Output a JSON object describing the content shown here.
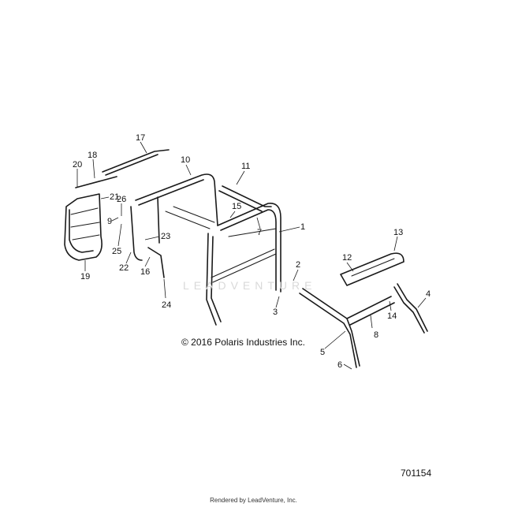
{
  "watermark": "LEADVENTURE",
  "copyright": "© 2016 Polaris Industries Inc.",
  "diagram_id": "701154",
  "credit": "Rendered by LeadVenture, Inc.",
  "callouts": [
    {
      "label": "1"
    },
    {
      "label": "2"
    },
    {
      "label": "3"
    },
    {
      "label": "4"
    },
    {
      "label": "5"
    },
    {
      "label": "6"
    },
    {
      "label": "7"
    },
    {
      "label": "8"
    },
    {
      "label": "9"
    },
    {
      "label": "10"
    },
    {
      "label": "11"
    },
    {
      "label": "12"
    },
    {
      "label": "13"
    },
    {
      "label": "14"
    },
    {
      "label": "15"
    },
    {
      "label": "16"
    },
    {
      "label": "17"
    },
    {
      "label": "18"
    },
    {
      "label": "19"
    },
    {
      "label": "20"
    },
    {
      "label": "21"
    },
    {
      "label": "22"
    },
    {
      "label": "23"
    },
    {
      "label": "24"
    },
    {
      "label": "25"
    },
    {
      "label": "26"
    }
  ]
}
